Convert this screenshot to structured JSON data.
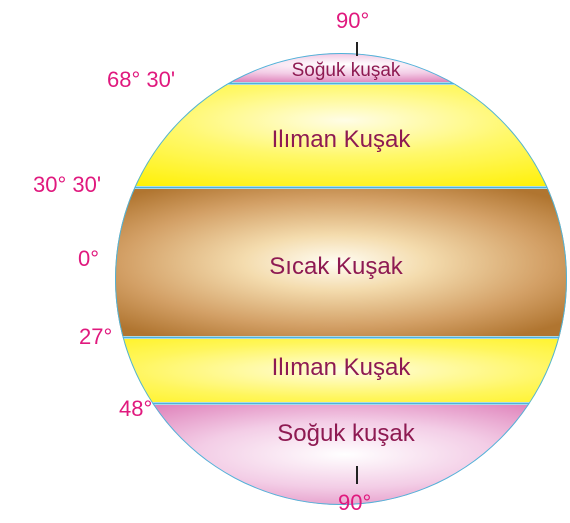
{
  "pole_labels": {
    "north": "90°",
    "south": "90°"
  },
  "latitude_labels": {
    "north_cold_boundary": "68° 30'",
    "north_temperate_boundary": "30° 30'",
    "equator": "0°",
    "south_hot_boundary": "27°",
    "south_temperate_boundary": "48°"
  },
  "zones": {
    "north_cold": "Soğuk kuşak",
    "north_temperate": "Ilıman Kuşak",
    "hot": "Sıcak Kuşak",
    "south_temperate": "Ilıman Kuşak",
    "south_cold": "Soğuk kuşak"
  },
  "colors": {
    "label_pink": "#e0197e",
    "zone_text": "#8e1a52",
    "cold_zone": "#d65aa5",
    "temperate_zone": "#fff200",
    "hot_zone": "#c08a4a",
    "outline": "#4fb3d9"
  }
}
